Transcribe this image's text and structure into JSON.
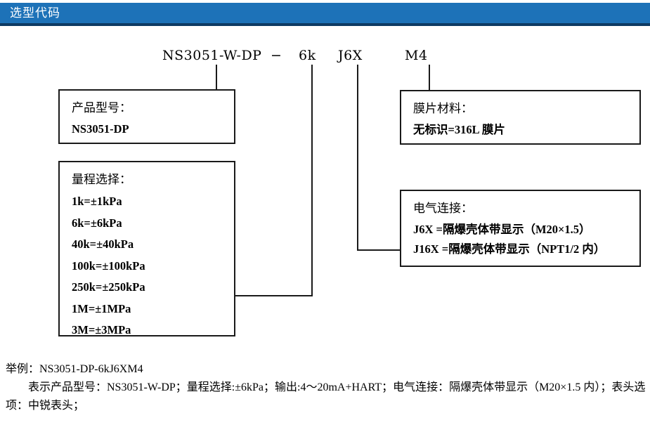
{
  "header": {
    "title": "选型代码",
    "bar_color": "#1d72b8",
    "underline_color": "#0d3a63"
  },
  "code_line": {
    "model": "NS3051-W-DP",
    "separator": "−",
    "range": "6k",
    "electrical": "J6X",
    "head": "M4"
  },
  "boxes": {
    "product": {
      "title": "产品型号：",
      "lines": [
        "NS3051-DP"
      ]
    },
    "range": {
      "title": "量程选择：",
      "lines": [
        "1k=±1kPa",
        "6k=±6kPa",
        "40k=±40kPa",
        "100k=±100kPa",
        "250k=±250kPa",
        "1M=±1MPa",
        "3M=±3MPa"
      ]
    },
    "diaphragm": {
      "title": "膜片材料：",
      "lines": [
        "无标识=316L 膜片"
      ]
    },
    "electrical": {
      "title": "电气连接：",
      "lines": [
        "J6X =隔爆壳体带显示（M20×1.5）",
        "J16X =隔爆壳体带显示（NPT1/2 内）"
      ]
    }
  },
  "footer": {
    "example": "举例：NS3051-DP-6kJ6XM4",
    "detail": "表示产品型号：NS3051-W-DP；量程选择:±6kPa；输出:4～20mA+HART；电气连接：隔爆壳体带显示（M20×1.5 内）；表头选项：中锐表头；"
  }
}
